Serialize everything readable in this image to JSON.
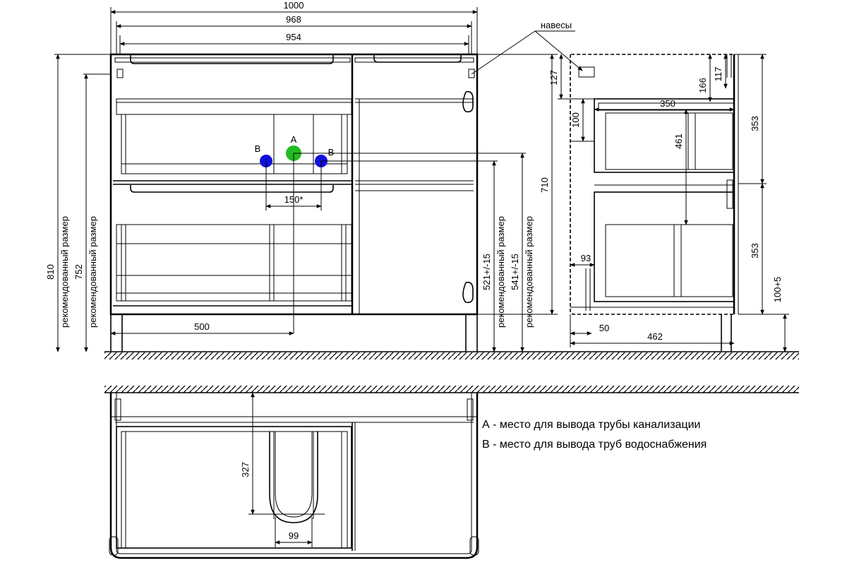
{
  "front": {
    "dims": {
      "w1000": "1000",
      "w968": "968",
      "w954": "954",
      "h810": "810",
      "h752": "752",
      "recommended1": "рекомендованный размер",
      "recommended2": "рекомендованный размер",
      "recommended3": "рекомендованный размер",
      "recommended4": "рекомендованный размер",
      "w500": "500",
      "w150": "150*",
      "h521": "521+/-15",
      "h541": "541+/-15",
      "h710": "710",
      "h127": "127"
    },
    "points": {
      "A": "A",
      "B_left": "B",
      "B_right": "B"
    },
    "colors": {
      "A": "#22bb22",
      "B": "#1010dd"
    }
  },
  "side": {
    "label_hinges": "навесы",
    "dims": {
      "h166": "166",
      "h117": "117",
      "w350": "350",
      "h100": "100",
      "h461": "461",
      "h353a": "353",
      "h353b": "353",
      "w93": "93",
      "h100p5": "100+5",
      "w50": "50",
      "w462": "462"
    }
  },
  "top": {
    "dims": {
      "h327": "327",
      "w99": "99"
    }
  },
  "legend": {
    "a": "А - место для вывода трубы канализации",
    "b": "В - место для вывода труб водоснабжения"
  }
}
